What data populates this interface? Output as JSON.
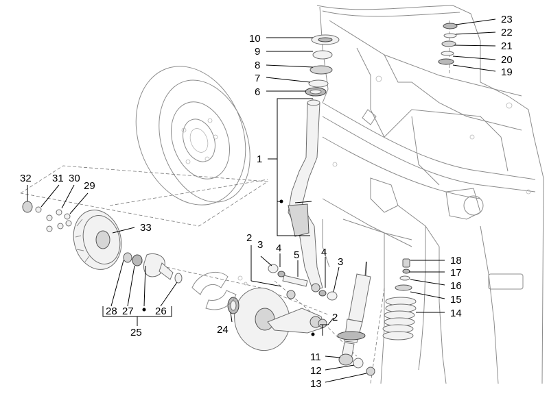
{
  "diagram": {
    "callouts": [
      "1",
      "2",
      "2",
      "3",
      "3",
      "4",
      "4",
      "5",
      "6",
      "7",
      "8",
      "9",
      "10",
      "11",
      "12",
      "13",
      "14",
      "15",
      "16",
      "17",
      "18",
      "19",
      "20",
      "21",
      "22",
      "23",
      "24",
      "25",
      "26",
      "27",
      "28",
      "29",
      "30",
      "31",
      "32",
      "33"
    ]
  }
}
